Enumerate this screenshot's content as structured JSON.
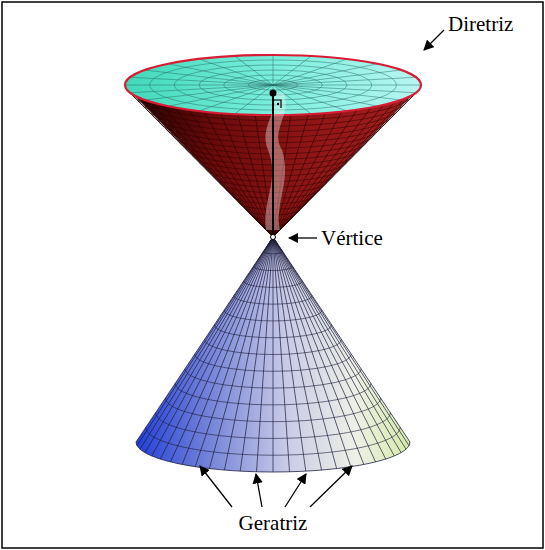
{
  "diagram": {
    "labels": [
      "Diretriz",
      "Vértice",
      "Geratriz"
    ]
  }
}
